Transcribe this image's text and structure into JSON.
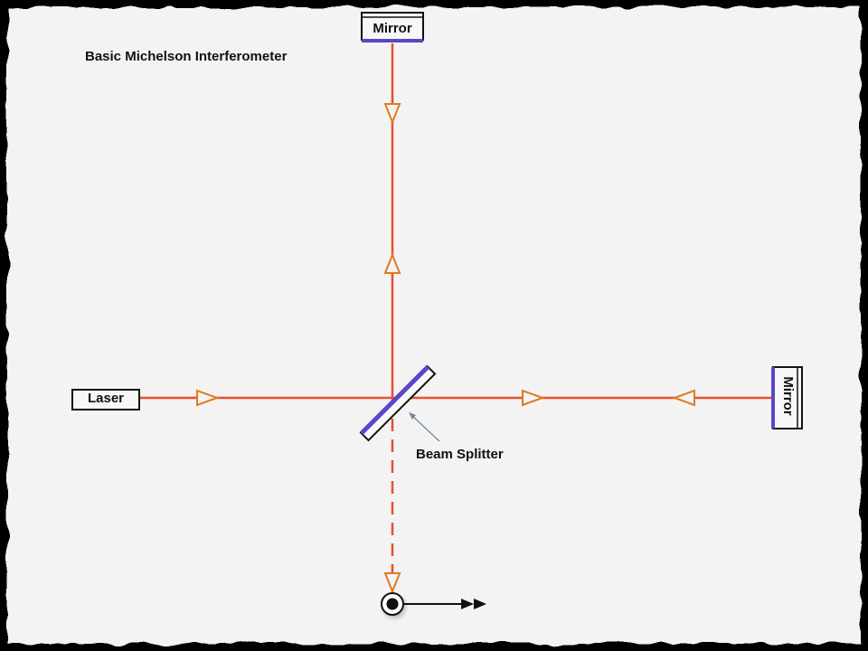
{
  "diagram": {
    "title": "Basic Michelson Interferometer",
    "labels": {
      "laser": "Laser",
      "mirror_top": "Mirror",
      "mirror_right": "Mirror",
      "beam_splitter": "Beam Splitter"
    },
    "colors": {
      "background": "#f3f3f3",
      "beam": "#e8502f",
      "arrow": "#e07a1e",
      "mirror_surface": "#5848c8",
      "outline": "#111111",
      "frame": "#000000"
    }
  }
}
